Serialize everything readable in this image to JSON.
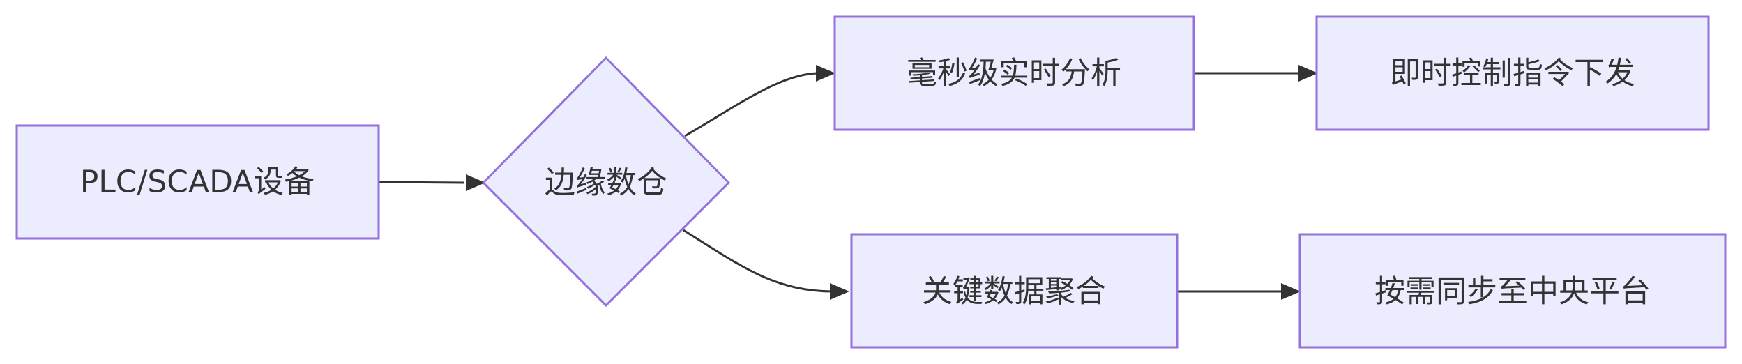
{
  "diagram": {
    "nodes": {
      "plc": {
        "label": "PLC/SCADA设备"
      },
      "edge_store": {
        "label": "边缘数仓"
      },
      "realtime": {
        "label": "毫秒级实时分析"
      },
      "control": {
        "label": "即时控制指令下发"
      },
      "aggregate": {
        "label": "关键数据聚合"
      },
      "sync": {
        "label": "按需同步至中央平台"
      }
    },
    "edges": [
      {
        "from": "plc",
        "to": "edge_store"
      },
      {
        "from": "edge_store",
        "to": "realtime"
      },
      {
        "from": "realtime",
        "to": "control"
      },
      {
        "from": "edge_store",
        "to": "aggregate"
      },
      {
        "from": "aggregate",
        "to": "sync"
      }
    ],
    "colors": {
      "node_fill": "#ECECFF",
      "node_stroke": "#9370DB",
      "edge": "#333333",
      "text": "#333333"
    }
  }
}
